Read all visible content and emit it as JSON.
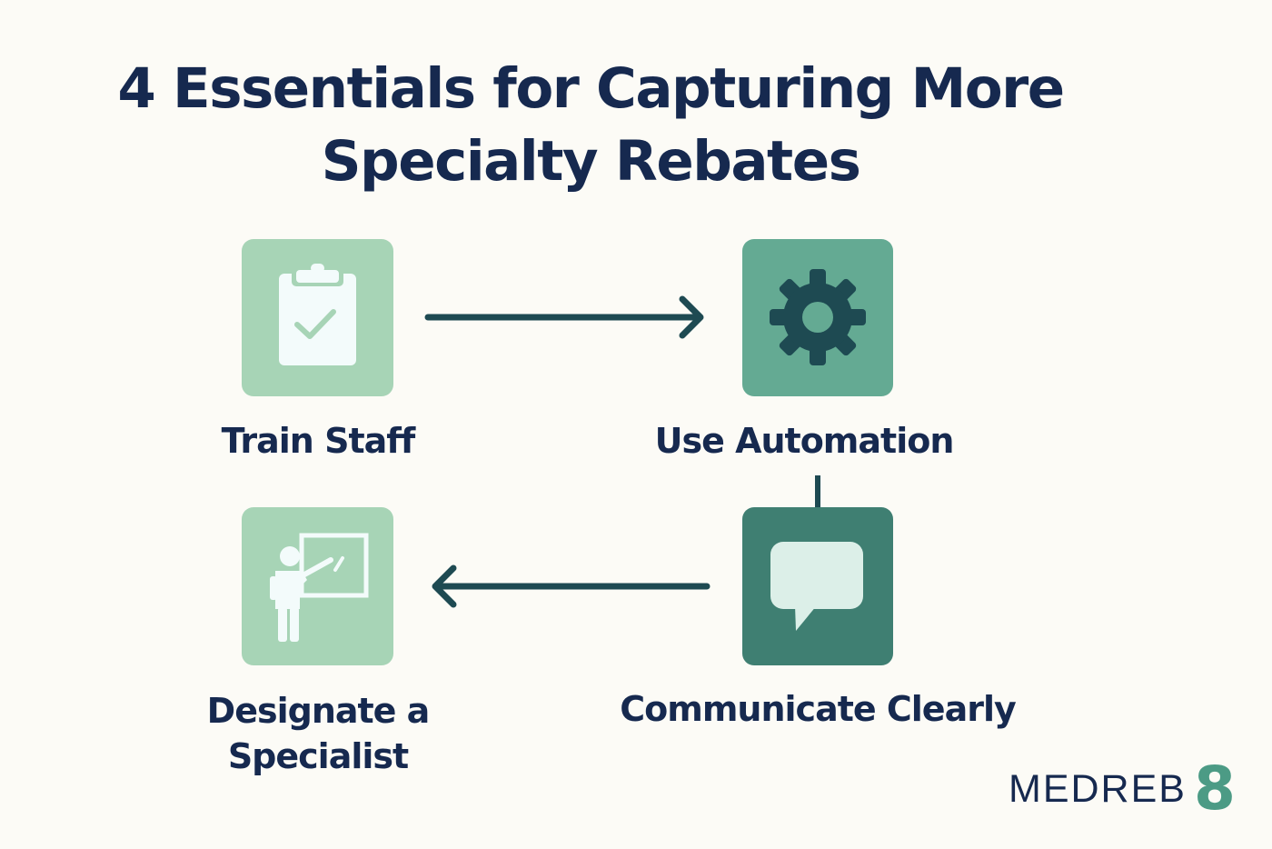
{
  "title": {
    "line1": "4 Essentials for Capturing More",
    "line2": "Specialty Rebates"
  },
  "steps": [
    {
      "label": "Train Staff",
      "icon": "clipboard-check-icon",
      "tile_color": "#a7d4b6"
    },
    {
      "label": "Use Automation",
      "icon": "gear-icon",
      "tile_color": "#64aa93"
    },
    {
      "label": "Communicate Clearly",
      "icon": "speech-bubble-icon",
      "tile_color": "#3f7f72"
    },
    {
      "label_line1": "Designate a",
      "label_line2": "Specialist",
      "icon": "teacher-whiteboard-icon",
      "tile_color": "#a7d4b6"
    }
  ],
  "brand": {
    "word": "MEDREB",
    "mark": "8",
    "mark_color": "#4c9b85"
  },
  "colors": {
    "background": "#fcfbf6",
    "text": "#16294f",
    "connector": "#1e4a52",
    "icon_dark": "#1e4a52",
    "icon_light": "#f3fbfb"
  }
}
